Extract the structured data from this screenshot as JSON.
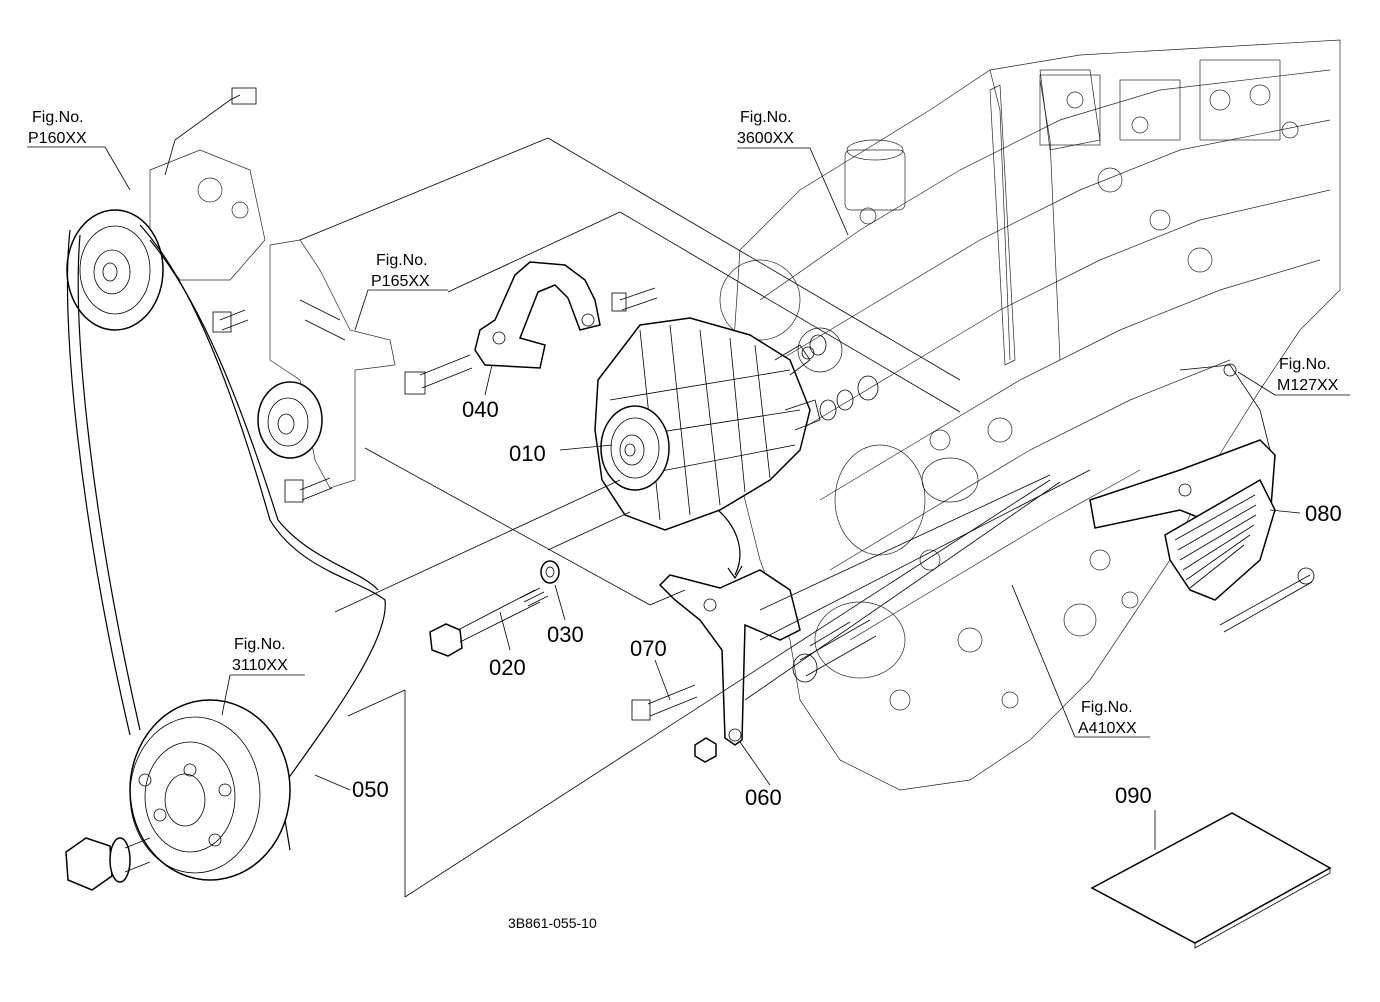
{
  "figure_refs": [
    {
      "id": "p160",
      "caption": "Fig.No.",
      "code": "P160XX"
    },
    {
      "id": "p165",
      "caption": "Fig.No.",
      "code": "P165XX"
    },
    {
      "id": "3600",
      "caption": "Fig.No.",
      "code": "3600XX"
    },
    {
      "id": "m127",
      "caption": "Fig.No.",
      "code": "M127XX"
    },
    {
      "id": "3110",
      "caption": "Fig.No.",
      "code": "3110XX"
    },
    {
      "id": "a410",
      "caption": "Fig.No.",
      "code": "A410XX"
    }
  ],
  "parts": [
    {
      "id": "010",
      "label": "010"
    },
    {
      "id": "020",
      "label": "020"
    },
    {
      "id": "030",
      "label": "030"
    },
    {
      "id": "040",
      "label": "040"
    },
    {
      "id": "050",
      "label": "050"
    },
    {
      "id": "060",
      "label": "060"
    },
    {
      "id": "070",
      "label": "070"
    },
    {
      "id": "080",
      "label": "080"
    },
    {
      "id": "090",
      "label": "090"
    }
  ],
  "drawing_number": "3B861-055-10"
}
